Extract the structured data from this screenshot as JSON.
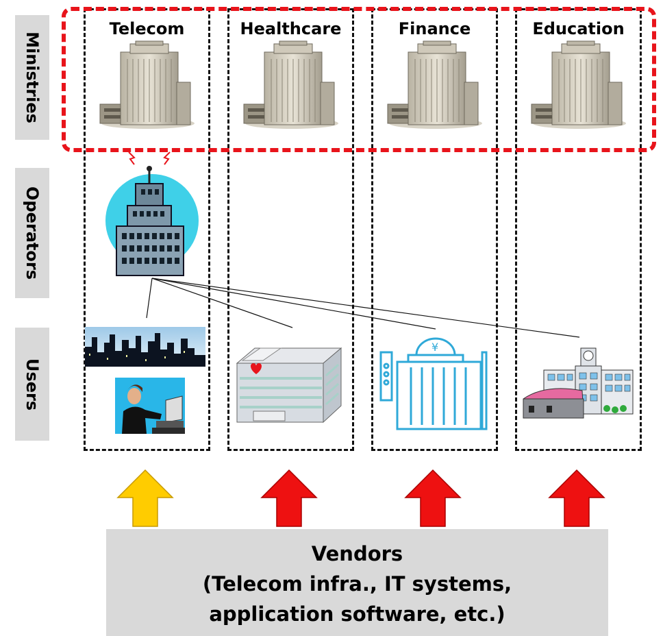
{
  "rows": {
    "ministries": "Ministries",
    "operators": "Operators",
    "users": "Users"
  },
  "sectors": [
    {
      "name": "Telecom"
    },
    {
      "name": "Healthcare"
    },
    {
      "name": "Finance"
    },
    {
      "name": "Education"
    }
  ],
  "vendors": {
    "line1": "Vendors",
    "line2": "(Telecom infra., IT systems,",
    "line3": "application software, etc.)"
  },
  "colors": {
    "ministry_border": "#e8141b",
    "arrow_telecom": "#ffcc00",
    "arrow_other": "#ee1111",
    "label_bg": "#d9d9d9"
  }
}
